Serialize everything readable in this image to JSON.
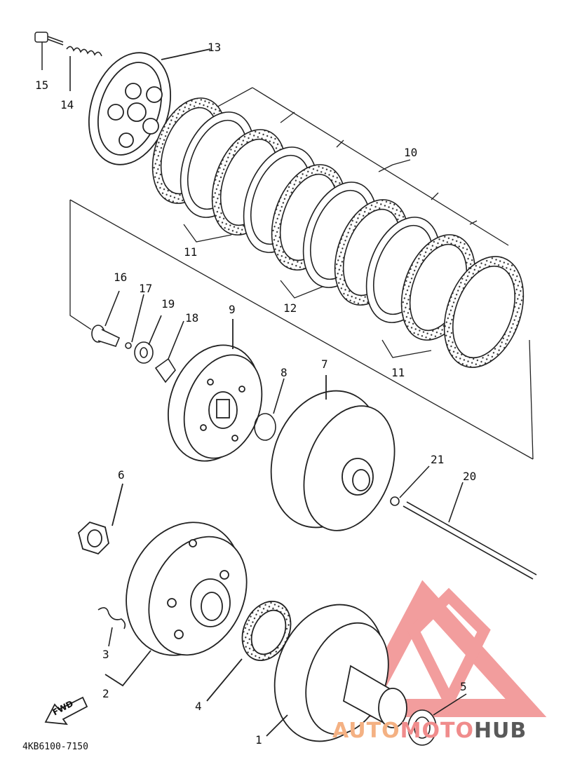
{
  "diagram": {
    "code": "4KB6100-7150",
    "fwd_label": "FWD",
    "watermark": {
      "part1": "AUTO",
      "part2": "MOTO",
      "part3": "HUB",
      "colors": {
        "auto": "#f4b183",
        "moto": "#f08c8c",
        "hub": "#595959",
        "logo": "#f08c8c"
      }
    },
    "labels": [
      {
        "id": "l15",
        "text": "15"
      },
      {
        "id": "l14",
        "text": "14"
      },
      {
        "id": "l13",
        "text": "13"
      },
      {
        "id": "l10",
        "text": "10"
      },
      {
        "id": "l11a",
        "text": "11"
      },
      {
        "id": "l12",
        "text": "12"
      },
      {
        "id": "l11b",
        "text": "11"
      },
      {
        "id": "l16",
        "text": "16"
      },
      {
        "id": "l17",
        "text": "17"
      },
      {
        "id": "l19",
        "text": "19"
      },
      {
        "id": "l18",
        "text": "18"
      },
      {
        "id": "l9",
        "text": "9"
      },
      {
        "id": "l8",
        "text": "8"
      },
      {
        "id": "l7",
        "text": "7"
      },
      {
        "id": "l21",
        "text": "21"
      },
      {
        "id": "l20",
        "text": "20"
      },
      {
        "id": "l6",
        "text": "6"
      },
      {
        "id": "l3",
        "text": "3"
      },
      {
        "id": "l2",
        "text": "2"
      },
      {
        "id": "l4",
        "text": "4"
      },
      {
        "id": "l5",
        "text": "5"
      },
      {
        "id": "l1",
        "text": "1"
      }
    ]
  }
}
